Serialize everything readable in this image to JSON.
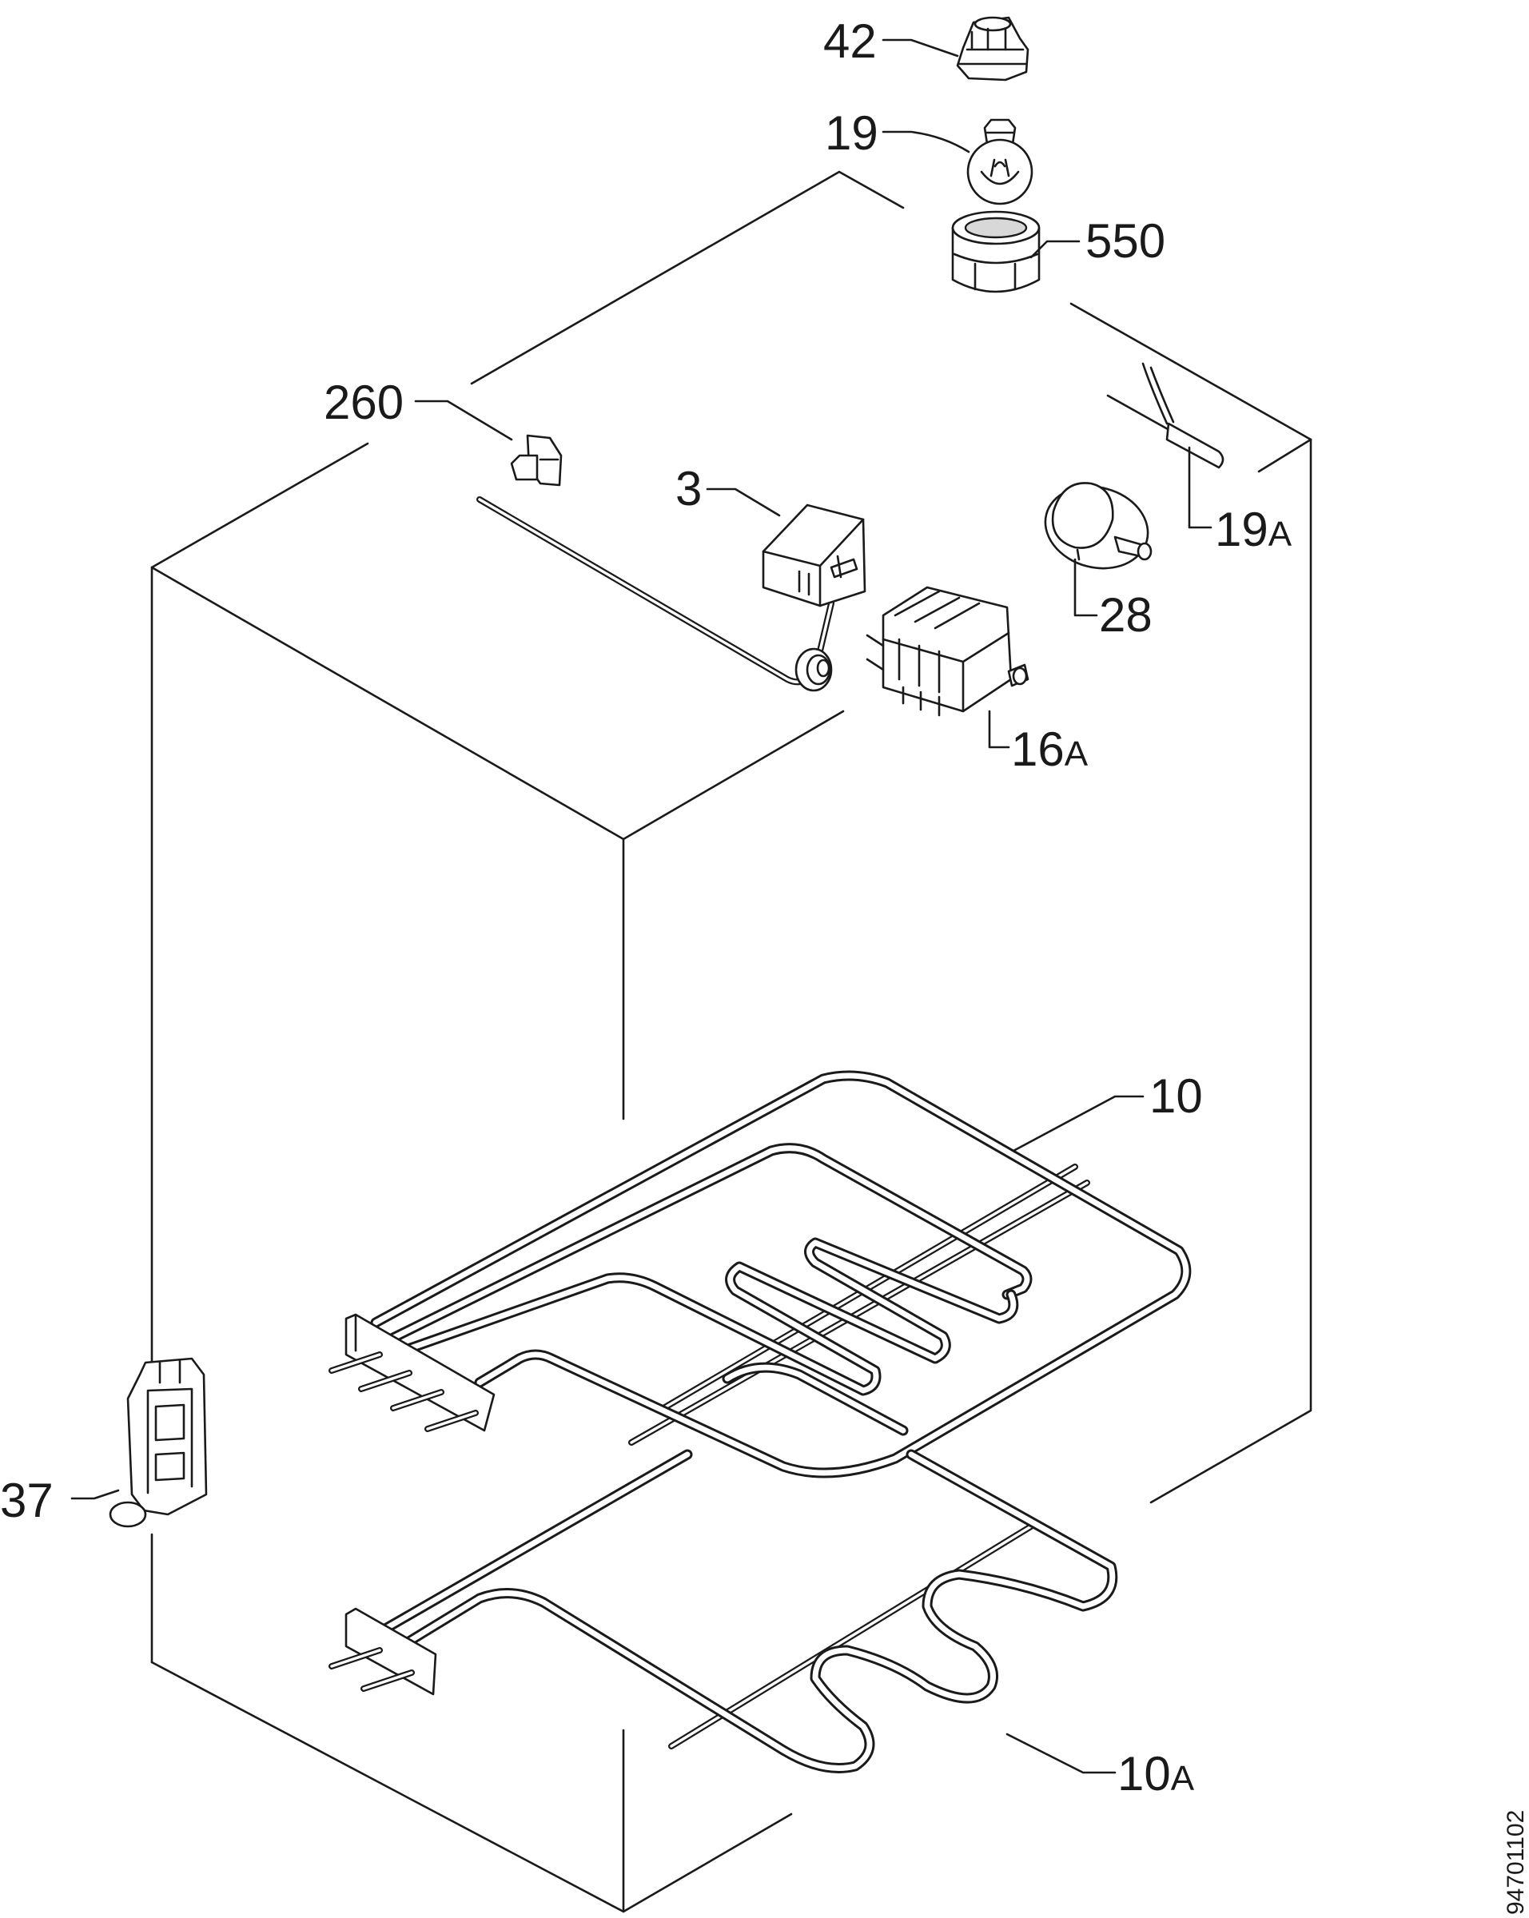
{
  "diagram": {
    "labels": {
      "p42": "42",
      "p19": "19",
      "p550": "550",
      "p260": "260",
      "p3": "3",
      "p19a": "19",
      "p19a_suffix": "A",
      "p28": "28",
      "p16a": "16",
      "p16a_suffix": "A",
      "p10": "10",
      "p37": "37",
      "p10a": "10",
      "p10a_suffix": "A"
    },
    "document_number": "94701102"
  }
}
